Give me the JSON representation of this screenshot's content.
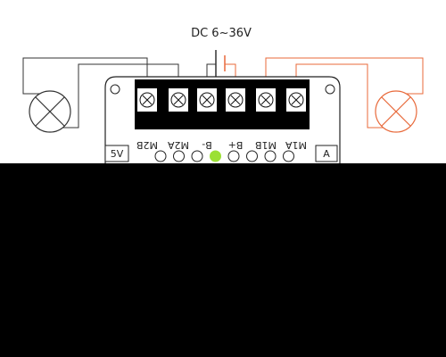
{
  "supply": {
    "label": "DC 6~36V"
  },
  "terminals": [
    {
      "label": "M2B",
      "wire": "dark"
    },
    {
      "label": "M2A",
      "wire": "dark"
    },
    {
      "label": "B-",
      "wire": "dark"
    },
    {
      "label": "B+",
      "wire": "orange"
    },
    {
      "label": "M1B",
      "wire": "orange"
    },
    {
      "label": "M1A",
      "wire": "orange"
    }
  ],
  "board": {
    "left_tag": "5V",
    "right_tag": "A",
    "pins_lit": [
      false,
      false,
      false,
      true,
      false,
      false,
      false,
      false
    ]
  },
  "colors": {
    "dark_wire": "#333333",
    "orange_wire": "#e8693a",
    "lamp_left": "#333333",
    "lamp_right": "#e8693a",
    "led_lit": "#9be034",
    "terminal_block": "#000000",
    "cover": "#000000"
  },
  "icons": {
    "lamp": "lamp-x-icon",
    "screw": "screw-cross-icon",
    "battery": "battery-cell-icon"
  }
}
